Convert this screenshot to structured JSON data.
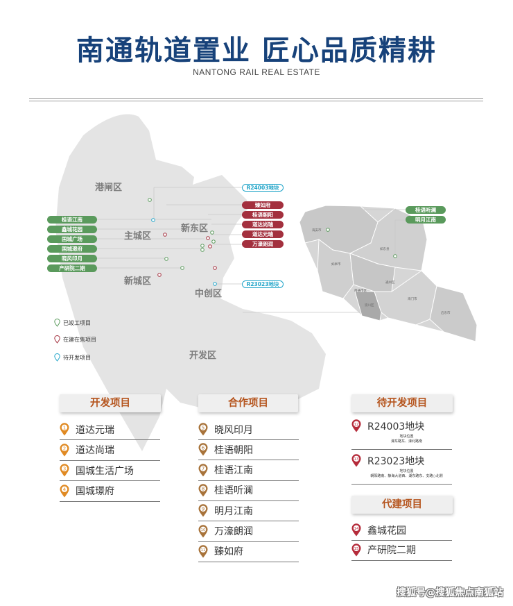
{
  "header": {
    "title": "南通轨道置业 匠心品质精耕",
    "subtitle": "NANTONG RAIL REAL ESTATE"
  },
  "districts": {
    "gangzha": "港闸区",
    "zhucheng": "主城区",
    "xindong": "新东区",
    "xincheng": "新城区",
    "zhongchuang": "中创区",
    "kaifa": "开发区"
  },
  "map_pills": {
    "r24003": "R24003地块",
    "r23023": "R23023地块",
    "green_left": [
      "桂语江南",
      "鑫城花园",
      "国城广场",
      "国城璟府",
      "晓风印月",
      "产研院二期"
    ],
    "red_right": [
      "臻如府",
      "桂语朝阳",
      "道达尚瑞",
      "道达元瑞",
      "万濠朗润"
    ],
    "green_far_right": [
      "桂语听澜",
      "明月江南"
    ]
  },
  "regional_map": {
    "labels": [
      "海安市",
      "如皋市",
      "如东县",
      "通州区",
      "南通市区",
      "海门市",
      "启东市",
      "崇川区"
    ]
  },
  "legend": {
    "completed": "已竣工项目",
    "on_sale": "在建在售项目",
    "to_develop": "待开发项目"
  },
  "colors": {
    "title_blue": "#17427a",
    "header_orange": "#b5541d",
    "pin_orange": "#e08a23",
    "pin_brown": "#a8733a",
    "pin_red": "#b52b3a",
    "green_pill": "#5a9a5c",
    "red_pill": "#a3303e",
    "cyan_pill": "#22a5c9"
  },
  "sections": {
    "kaifa": {
      "title": "开发项目",
      "items": [
        {
          "num": "1",
          "label": "道达元瑞"
        },
        {
          "num": "2",
          "label": "道达尚瑞"
        },
        {
          "num": "3",
          "label": "国城生活广场"
        },
        {
          "num": "4",
          "label": "国城璟府"
        }
      ]
    },
    "hezuo": {
      "title": "合作项目",
      "items": [
        {
          "num": "5",
          "label": "晓风印月"
        },
        {
          "num": "6",
          "label": "桂语朝阳"
        },
        {
          "num": "7",
          "label": "桂语江南"
        },
        {
          "num": "8",
          "label": "桂语听澜"
        },
        {
          "num": "9",
          "label": "明月江南"
        },
        {
          "num": "10",
          "label": "万濠朗润"
        },
        {
          "num": "11",
          "label": "臻如府"
        }
      ]
    },
    "daikaifa": {
      "title": "待开发项目",
      "items": [
        {
          "num": "12",
          "label": "R24003地块",
          "sub1": "地块位置",
          "sub2": "濠东路东、濠北路南"
        },
        {
          "num": "13",
          "label": "R23023地块",
          "sub1": "地块位置",
          "sub2": "朝阳路南、静海大道西、湖东路东、支路○北侧"
        }
      ]
    },
    "daijian": {
      "title": "代建项目",
      "items": [
        {
          "num": "14",
          "label": "鑫城花园"
        },
        {
          "num": "15",
          "label": "产研院二期"
        }
      ]
    }
  },
  "watermark": "搜狐号@搜狐焦点南狐站"
}
